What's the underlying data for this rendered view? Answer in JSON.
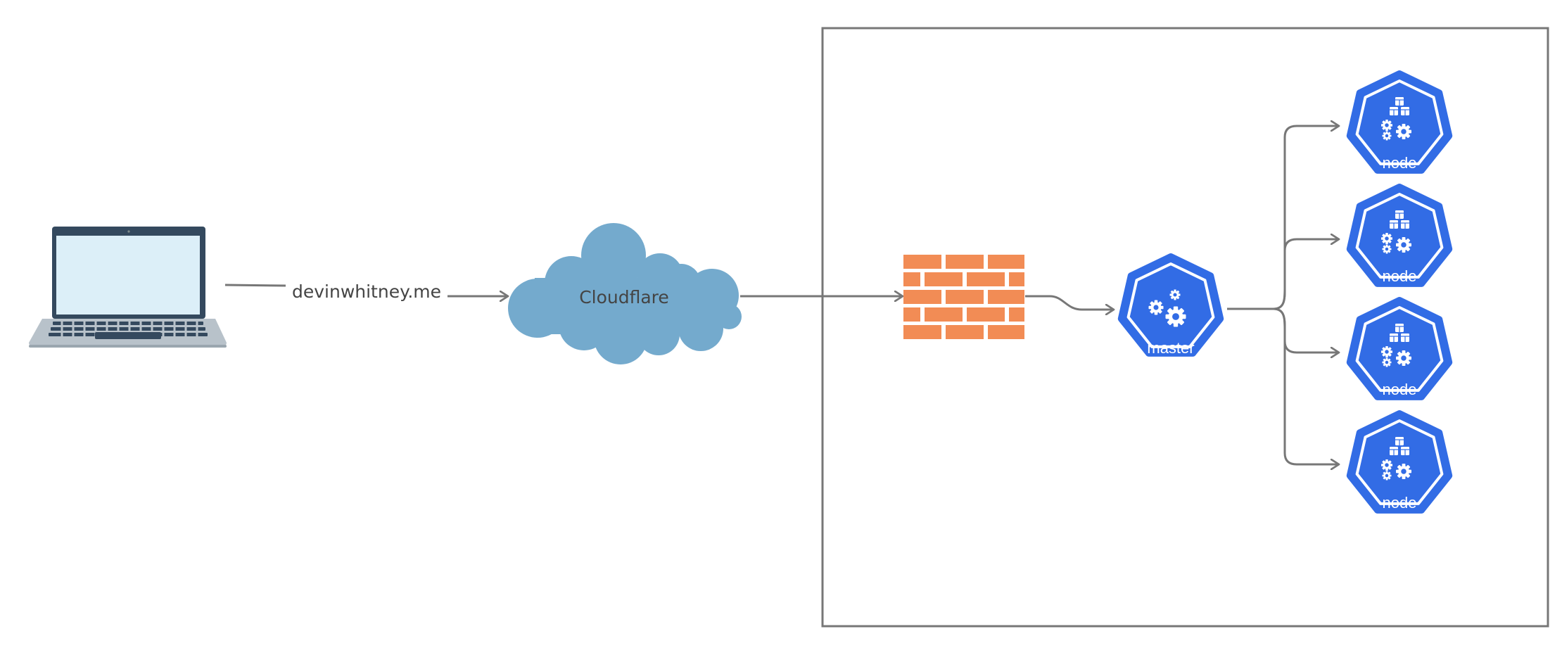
{
  "diagram": {
    "connection_label": "devinwhitney.me",
    "cloud_label": "Cloudflare",
    "master_label": "master",
    "nodes": [
      {
        "label": "node"
      },
      {
        "label": "node"
      },
      {
        "label": "node"
      },
      {
        "label": "node"
      }
    ],
    "icons": {
      "client": "laptop-icon",
      "cdn": "cloud-icon",
      "firewall": "firewall-brick-icon",
      "master": "kubernetes-master-icon",
      "node": "kubernetes-node-icon"
    },
    "colors": {
      "k8s_blue": "#326CE5",
      "cloud_blue": "#74AACD",
      "brick_orange": "#F28C55",
      "connector_gray": "#777777",
      "frame_gray": "#777777",
      "laptop_screen": "#DCEFF8",
      "laptop_body": "#34495E",
      "laptop_base": "#B8C2CA"
    }
  }
}
